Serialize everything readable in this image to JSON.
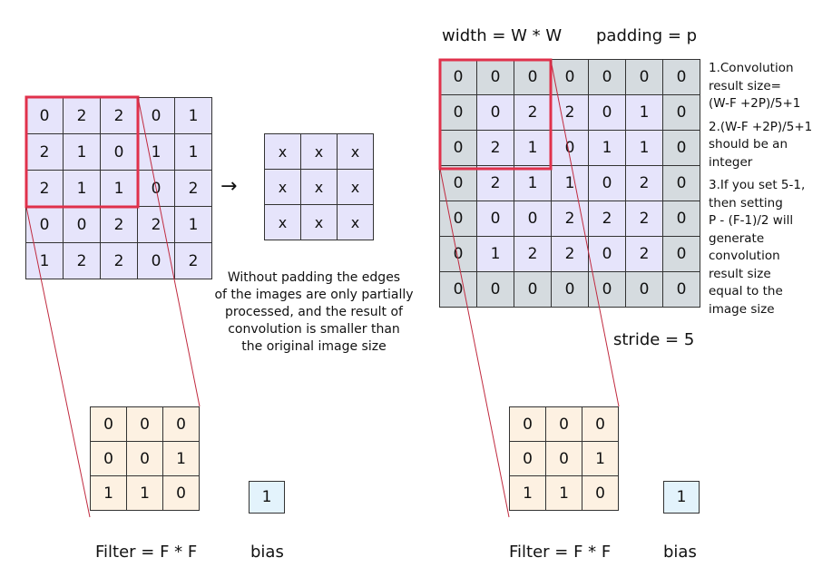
{
  "left": {
    "input": [
      [
        "0",
        "2",
        "2",
        "0",
        "1"
      ],
      [
        "2",
        "1",
        "0",
        "1",
        "1"
      ],
      [
        "2",
        "1",
        "1",
        "0",
        "2"
      ],
      [
        "0",
        "0",
        "2",
        "2",
        "1"
      ],
      [
        "1",
        "2",
        "2",
        "0",
        "2"
      ]
    ],
    "output": [
      [
        "x",
        "x",
        "x"
      ],
      [
        "x",
        "x",
        "x"
      ],
      [
        "x",
        "x",
        "x"
      ]
    ],
    "arrow": "→",
    "filter": [
      [
        "0",
        "0",
        "0"
      ],
      [
        "0",
        "0",
        "1"
      ],
      [
        "1",
        "1",
        "0"
      ]
    ],
    "bias_value": "1",
    "filter_label": "Filter = F * F",
    "bias_label": "bias",
    "caption": [
      "Without padding the edges",
      "of the images are only partially",
      "processed, and the result of",
      "convolution is smaller than",
      "the original image size"
    ]
  },
  "right": {
    "width_label": "width = W * W",
    "padding_label": "padding = p",
    "stride_label": "stride = 5",
    "padded": [
      [
        "0",
        "0",
        "0",
        "0",
        "0",
        "0",
        "0"
      ],
      [
        "0",
        "0",
        "2",
        "2",
        "0",
        "1",
        "0"
      ],
      [
        "0",
        "2",
        "1",
        "0",
        "1",
        "1",
        "0"
      ],
      [
        "0",
        "2",
        "1",
        "1",
        "0",
        "2",
        "0"
      ],
      [
        "0",
        "0",
        "0",
        "2",
        "2",
        "2",
        "0"
      ],
      [
        "0",
        "1",
        "2",
        "2",
        "0",
        "2",
        "0"
      ],
      [
        "0",
        "0",
        "0",
        "0",
        "0",
        "0",
        "0"
      ]
    ],
    "filter": [
      [
        "0",
        "0",
        "0"
      ],
      [
        "0",
        "0",
        "1"
      ],
      [
        "1",
        "1",
        "0"
      ]
    ],
    "bias_value": "1",
    "filter_label": "Filter = F * F",
    "bias_label": "bias",
    "notes": [
      [
        "1.Convolution",
        "result size=",
        "(W-F +2P)/5+1"
      ],
      [
        "2.(W-F +2P)/5+1",
        "should be an",
        "integer"
      ],
      [
        "3.If you set 5-1,",
        "then setting",
        "P - (F-1)/2 will",
        "generate",
        "convolution",
        "result size",
        "equal to the",
        "image size"
      ]
    ]
  },
  "colors": {
    "highlight": "#e0314b",
    "input_fill": "#e6e4fb",
    "padding_fill": "#d5dbdf",
    "filter_fill": "#fdf1e2",
    "bias_fill": "#e3f3fc"
  }
}
